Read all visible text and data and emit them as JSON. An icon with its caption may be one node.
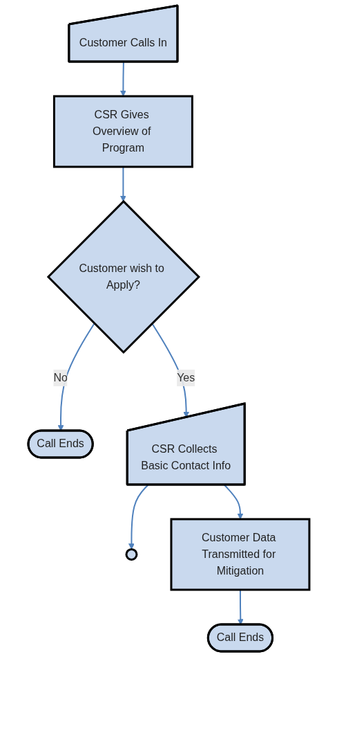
{
  "diagram": {
    "nodes": [
      {
        "text": [
          "Customer Calls In"
        ]
      },
      {
        "text": [
          "CSR Gives Overview of Program"
        ]
      },
      {
        "text": [
          "Customer wish to Apply?"
        ]
      },
      {
        "text": [
          "Call Ends"
        ]
      },
      {
        "text": [
          "CSR Collects Basic Contact Info"
        ]
      },
      {
        "text": [],
        "shape": "circle"
      },
      {
        "text": [
          "Customer Data Transmitted for Mitigation"
        ]
      },
      {
        "text": [
          "Call Ends"
        ]
      }
    ],
    "edges": [
      {
        "from": 0,
        "to": 1,
        "arrow": "to"
      },
      {
        "from": 1,
        "to": 2,
        "arrow": "to"
      },
      {
        "from": 2,
        "to": 3,
        "label": "No",
        "arrow": "to"
      },
      {
        "from": 2,
        "to": 4,
        "label": "Yes",
        "arrow": "to"
      },
      {
        "from": 4,
        "to": 5,
        "arrow": "to"
      },
      {
        "from": 4,
        "to": 6,
        "arrow": "to"
      },
      {
        "from": 6,
        "to": 7,
        "arrow": "to"
      }
    ]
  }
}
